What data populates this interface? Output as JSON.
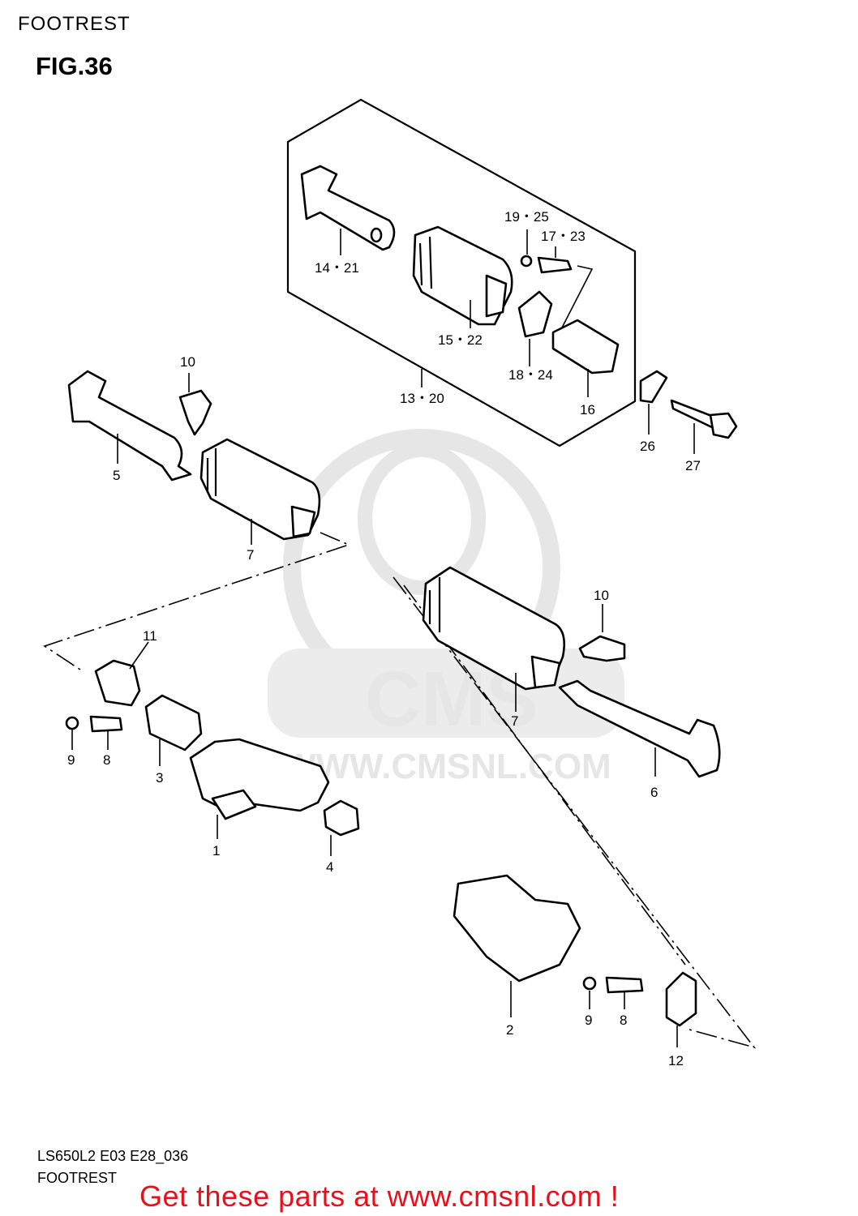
{
  "header": {
    "title": "FOOTREST",
    "figure": "FIG.36"
  },
  "footer": {
    "code": "LS650L2 E03 E28_036",
    "title": "FOOTREST",
    "cta": "Get these parts at www.cmsnl.com !"
  },
  "watermark": {
    "brand": "CMS",
    "url": "WWW.CMSNL.COM"
  },
  "callouts": {
    "c1": "1",
    "c2": "2",
    "c3": "3",
    "c4": "4",
    "c5": "5",
    "c6": "6",
    "c7a": "7",
    "c7b": "7",
    "c8a": "8",
    "c8b": "8",
    "c9a": "9",
    "c9b": "9",
    "c10a": "10",
    "c10b": "10",
    "c11": "11",
    "c12": "12",
    "c13_20": "13・20",
    "c14_21": "14・21",
    "c15_22": "15・22",
    "c16": "16",
    "c17_23": "17・23",
    "c18_24": "18・24",
    "c19_25": "19・25",
    "c26": "26",
    "c27": "27"
  }
}
